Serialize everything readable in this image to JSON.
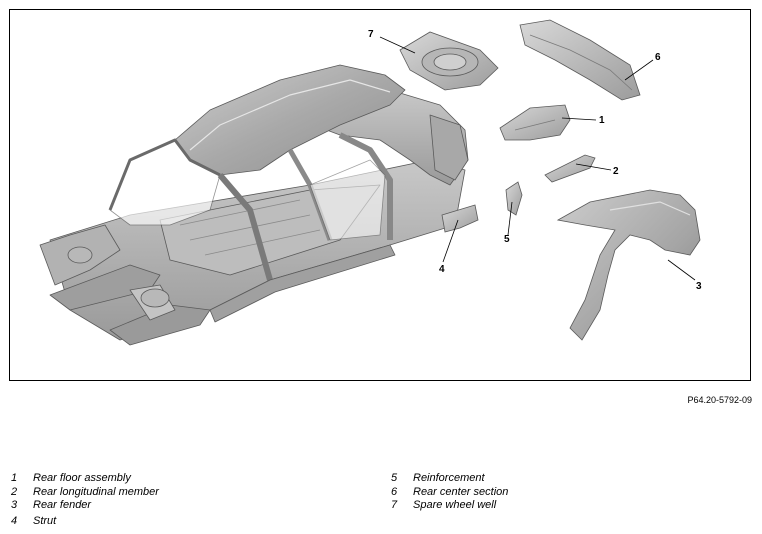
{
  "figure_code": "P64.20-5792-09",
  "callouts": [
    "7",
    "6",
    "1",
    "2",
    "5",
    "4",
    "3"
  ],
  "legend": [
    {
      "num": "1",
      "label": "Rear floor assembly"
    },
    {
      "num": "2",
      "label": "Rear longitudinal member"
    },
    {
      "num": "3",
      "label": "Rear fender"
    },
    {
      "num": "4",
      "label": "Strut"
    },
    {
      "num": "5",
      "label": "Reinforcement"
    },
    {
      "num": "6",
      "label": "Rear center section"
    },
    {
      "num": "7",
      "label": "Spare wheel well"
    }
  ],
  "colors": {
    "metal_light": "#d6d6d6",
    "metal_mid": "#b4b4b4",
    "metal_dark": "#8c8c8c",
    "edge": "#555555"
  }
}
